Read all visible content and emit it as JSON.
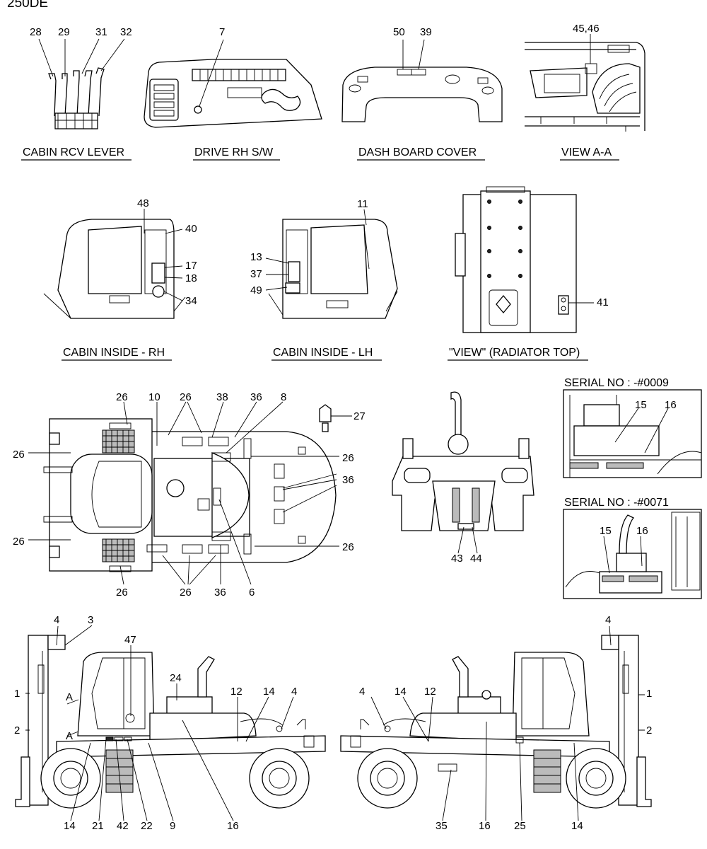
{
  "title": "250DE",
  "captions": {
    "cabin_rcv_lever": "CABIN RCV LEVER",
    "drive_rh_sw": "DRIVE RH S/W",
    "dash_board_cover": "DASH BOARD COVER",
    "view_a_a": "VIEW A-A",
    "cabin_inside_rh": "CABIN INSIDE - RH",
    "cabin_inside_lh": "CABIN INSIDE - LH",
    "view_radiator_top": "\"VIEW\" (RADIATOR TOP)",
    "serial_0009": "SERIAL NO : -#0009",
    "serial_0071": "SERIAL NO : -#0071"
  },
  "view_a_letter": "A",
  "callouts": {
    "lever_28": "28",
    "lever_29": "29",
    "lever_31": "31",
    "lever_32": "32",
    "drive_7": "7",
    "dash_50": "50",
    "dash_39": "39",
    "viewaa_45_46": "45,46",
    "rh_48": "48",
    "rh_40": "40",
    "rh_17": "17",
    "rh_18": "18",
    "rh_34": "34",
    "lh_11": "11",
    "lh_13": "13",
    "lh_37": "37",
    "lh_49": "49",
    "rad_41": "41",
    "top_26_a": "26",
    "top_10": "10",
    "top_26_b": "26",
    "top_38": "38",
    "top_36_a": "36",
    "top_8": "8",
    "top_27": "27",
    "top_26_c": "26",
    "top_26_d": "26",
    "top_36_b": "36",
    "top_26_e": "26",
    "top_26_f": "26",
    "top_26_g": "26",
    "top_26_h": "26",
    "top_36_c": "36",
    "top_6": "6",
    "rear_43": "43",
    "rear_44": "44",
    "s9_15": "15",
    "s9_16": "16",
    "s71_15": "15",
    "s71_16": "16",
    "l_4a": "4",
    "l_3": "3",
    "l_47": "47",
    "l_1": "1",
    "l_2": "2",
    "l_24": "24",
    "l_12": "12",
    "l_14a": "14",
    "l_4b": "4",
    "l_14b": "14",
    "l_21": "21",
    "l_42": "42",
    "l_22": "22",
    "l_9": "9",
    "l_16": "16",
    "r_4a": "4",
    "r_14a": "14",
    "r_12": "12",
    "r_4b": "4",
    "r_1": "1",
    "r_2": "2",
    "r_35": "35",
    "r_16": "16",
    "r_25": "25",
    "r_14b": "14"
  }
}
